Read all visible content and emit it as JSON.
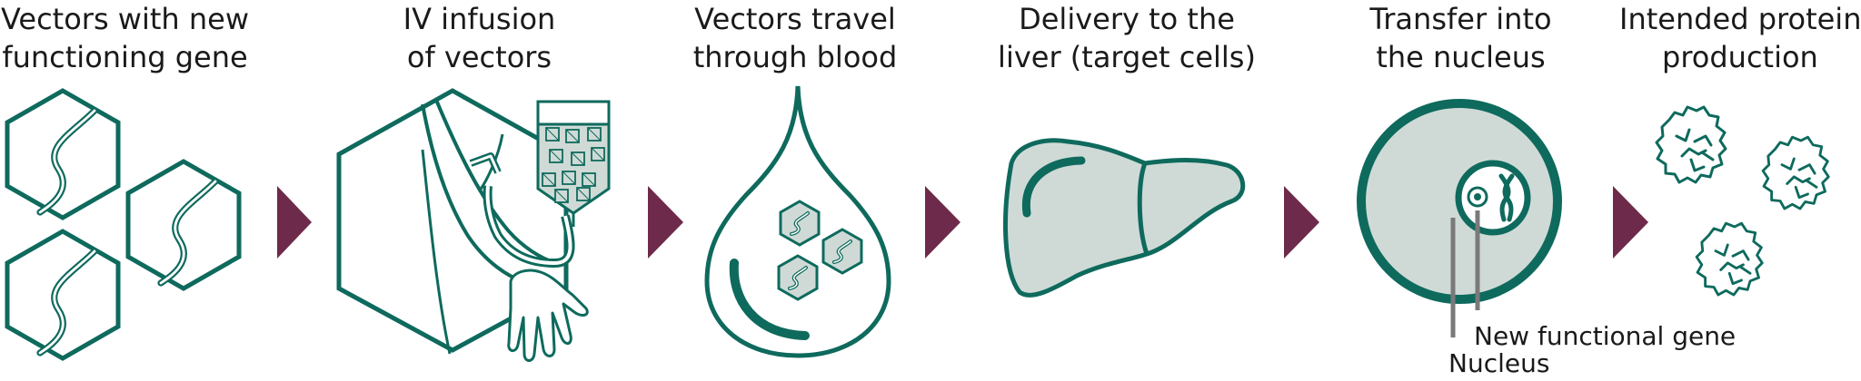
{
  "steps": [
    {
      "line1": "Vectors with new",
      "line2": "functioning gene"
    },
    {
      "line1": "IV infusion",
      "line2": "of vectors"
    },
    {
      "line1": "Vectors travel",
      "line2": "through blood"
    },
    {
      "line1": "Delivery to the",
      "line2": "liver (target cells)"
    },
    {
      "line1": "Transfer into",
      "line2": "the nucleus"
    },
    {
      "line1": "Intended protein",
      "line2": "production"
    }
  ],
  "labels": {
    "gene": "New functional gene",
    "nucleus": "Nucleus"
  },
  "colors": {
    "teal": "#0e6a5d",
    "fill_light": "#cfdad6",
    "arrow": "#6e2a4a",
    "pointer": "#7a7a7a"
  }
}
